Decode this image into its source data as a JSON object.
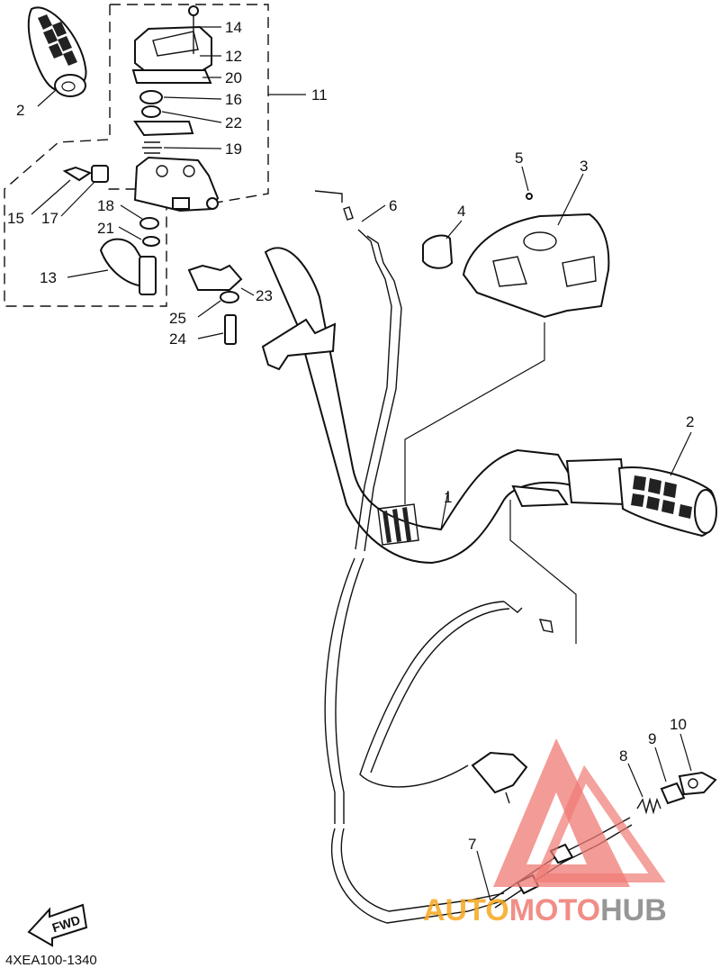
{
  "diagram": {
    "callouts": [
      "1",
      "2",
      "2",
      "3",
      "4",
      "5",
      "6",
      "7",
      "8",
      "9",
      "10",
      "11",
      "12",
      "13",
      "14",
      "15",
      "16",
      "17",
      "18",
      "19",
      "20",
      "21",
      "22",
      "23",
      "24",
      "25"
    ],
    "drawing_code": "4XEA100-1340",
    "direction_label": "FWD",
    "watermark": {
      "part1": "AUTO",
      "part2": "MOTO",
      "part3": "HUB"
    },
    "colors": {
      "line": "#111111",
      "watermark_orange": "#f6a81e",
      "watermark_red": "#ef7a73",
      "watermark_gray": "#8b8b8b"
    }
  }
}
